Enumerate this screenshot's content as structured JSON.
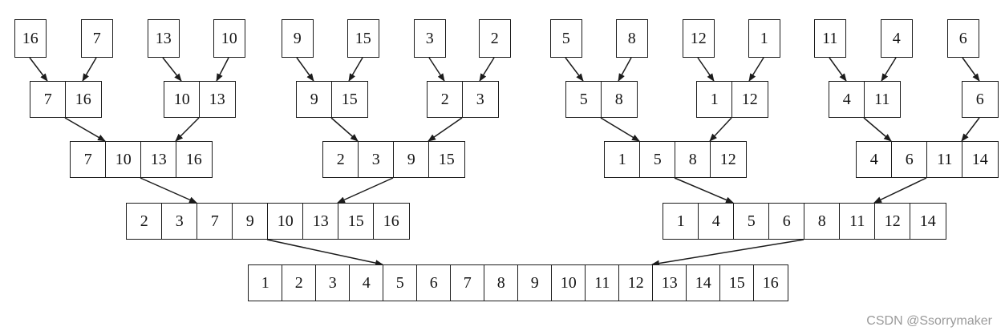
{
  "diagram": {
    "levels": [
      [
        [
          16
        ],
        [
          7
        ],
        [
          13
        ],
        [
          10
        ],
        [
          9
        ],
        [
          15
        ],
        [
          3
        ],
        [
          2
        ],
        [
          5
        ],
        [
          8
        ],
        [
          12
        ],
        [
          1
        ],
        [
          11
        ],
        [
          4
        ],
        [
          6
        ]
      ],
      [
        [
          7,
          16
        ],
        [
          10,
          13
        ],
        [
          9,
          15
        ],
        [
          2,
          3
        ],
        [
          5,
          8
        ],
        [
          1,
          12
        ],
        [
          4,
          11
        ],
        [
          6
        ]
      ],
      [
        [
          7,
          10,
          13,
          16
        ],
        [
          2,
          3,
          9,
          15
        ],
        [
          1,
          5,
          8,
          12
        ],
        [
          4,
          6,
          11,
          14
        ]
      ],
      [
        [
          2,
          3,
          7,
          9,
          10,
          13,
          15,
          16
        ],
        [
          1,
          4,
          5,
          6,
          8,
          11,
          12,
          14
        ]
      ],
      [
        [
          1,
          2,
          3,
          4,
          5,
          6,
          7,
          8,
          9,
          10,
          11,
          12,
          13,
          14,
          15,
          16
        ]
      ]
    ],
    "colors": {
      "line": "#1c1c1c",
      "text": "#141414",
      "watermark": "#9a9a9a"
    }
  },
  "watermark": "CSDN @Ssorrymaker"
}
